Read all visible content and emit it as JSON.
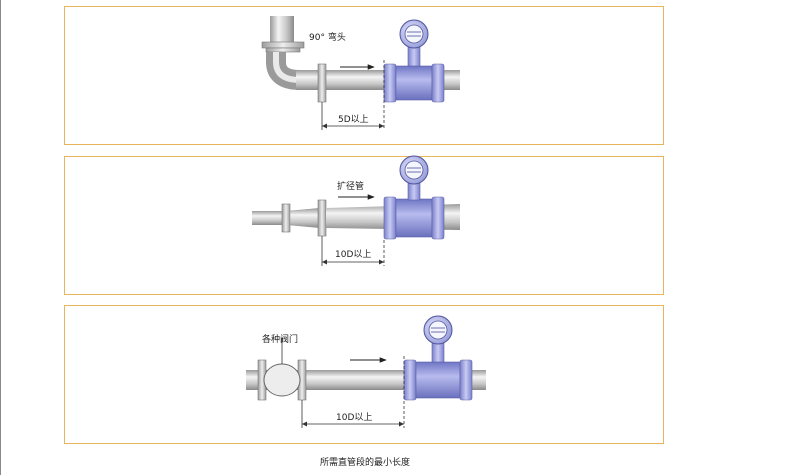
{
  "diagrams": [
    {
      "label": "90° 弯头",
      "dimension": "5D以上"
    },
    {
      "label": "扩径管",
      "dimension": "10D以上"
    },
    {
      "label": "各种阀门",
      "dimension": "10D以上"
    }
  ],
  "caption": "所需直管段的最小长度",
  "colors": {
    "frame": "#e8b55f",
    "meter_body": "#8f95d6",
    "pipe": "#c7c7c7",
    "line": "#333333"
  }
}
